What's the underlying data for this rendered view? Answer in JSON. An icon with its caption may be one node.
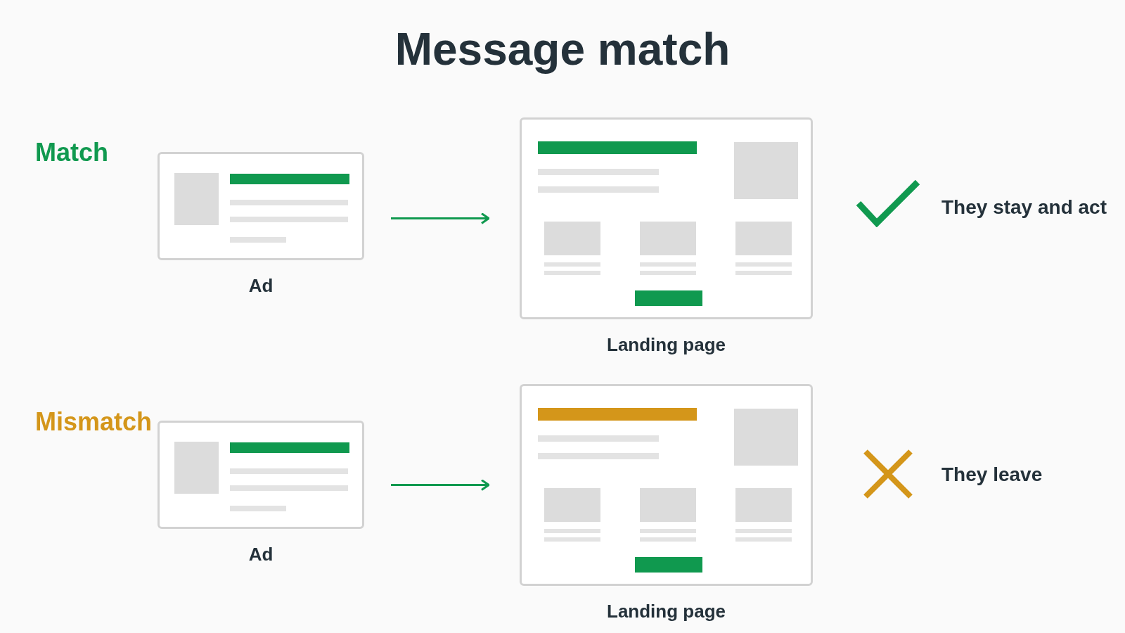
{
  "diagram": {
    "title": "Message match",
    "nodes": [
      {
        "text": [
          "Ad"
        ]
      },
      {
        "text": [
          "Landing page"
        ]
      },
      {
        "text": [
          "Ad"
        ]
      },
      {
        "text": [
          "Landing page"
        ]
      }
    ],
    "edges": [
      {
        "from": 0,
        "to": 1,
        "arrow": "to"
      },
      {
        "from": 2,
        "to": 3,
        "arrow": "to"
      }
    ],
    "labels": [
      "Match",
      "They stay and act",
      "Mismatch",
      "They leave"
    ]
  }
}
